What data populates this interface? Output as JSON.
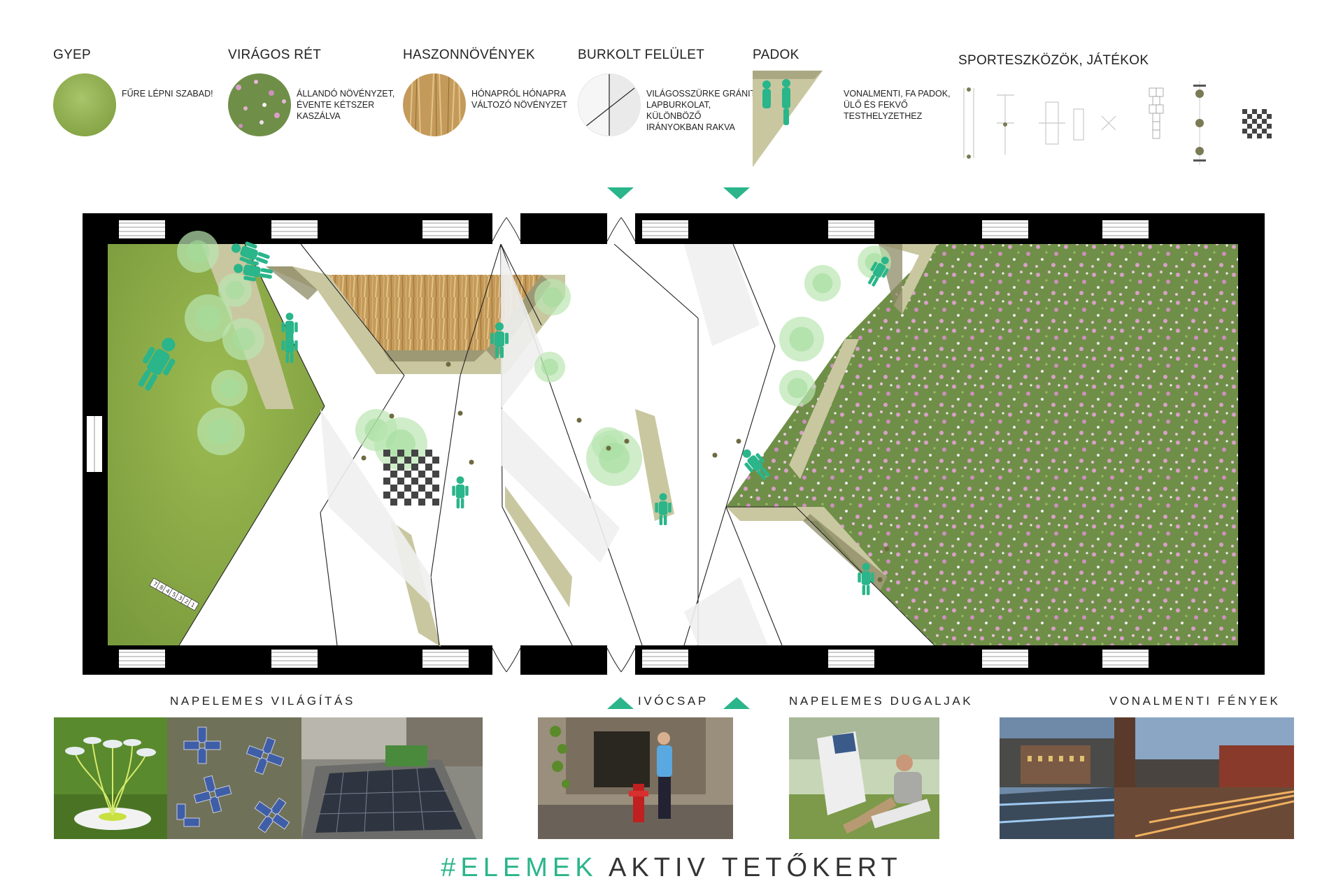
{
  "legend": [
    {
      "title": "GYEP",
      "desc": [
        "FŰRE LÉPNI SZABAD!"
      ]
    },
    {
      "title": "VIRÁGOS RÉT",
      "desc": [
        "ÁLLANDÓ NÖVÉNYZET,",
        "ÉVENTE KÉTSZER",
        "KASZÁLVA"
      ]
    },
    {
      "title": "HASZONNÖVÉNYEK",
      "desc": [
        "HÓNAPRÓL HÓNAPRA",
        "VÁLTOZÓ NÖVÉNYZET"
      ]
    },
    {
      "title": "BURKOLT FELÜLET",
      "desc": [
        "VILÁGOSSZÜRKE GRÁNIT",
        "LAPBURKOLAT,",
        "KÜLÖNBÖZŐ",
        "IRÁNYOKBAN RAKVA"
      ]
    },
    {
      "title": "PADOK",
      "desc": [
        "VONALMENTI, FA PADOK,",
        "ÜLŐ ÉS FEKVŐ",
        "TESTHELYZETHEZ"
      ]
    },
    {
      "title": "SPORTESZKÖZÖK, JÁTÉKOK",
      "desc": []
    }
  ],
  "hopscotch_numbers": [
    "7",
    "8",
    "4",
    "5",
    "3",
    "2",
    "1"
  ],
  "captions": {
    "solar_lighting": "NAPELEMES VILÁGÍTÁS",
    "drinking_tap": "IVÓCSAP",
    "solar_sockets": "NAPELEMES DUGALJAK",
    "line_lights": "VONALMENTI FÉNYEK"
  },
  "footer": {
    "accent": "#ELEMEK",
    "rest": " AKTIV TETŐKERT"
  },
  "colors": {
    "accent": "#2ab58a",
    "lawn": "#8fb24a",
    "meadow": "#6f8f48",
    "wheat": "#c49a5a",
    "bench": "#c9c7a0",
    "bench_shadow": "#8c8a66",
    "wall": "#000000"
  }
}
